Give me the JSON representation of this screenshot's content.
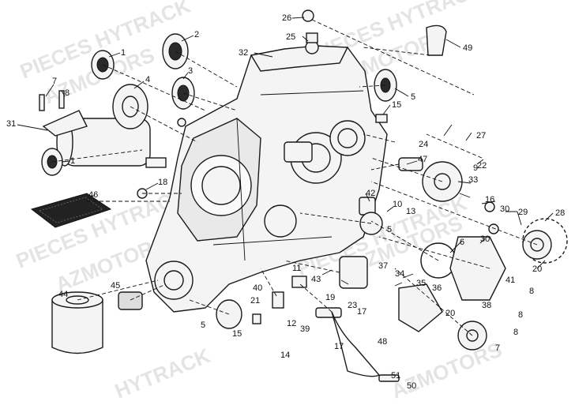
{
  "watermarks": [
    {
      "text": "PIECES HYTRACK"
    },
    {
      "text": "AZMOTORS"
    },
    {
      "text": "PIECES HYTRACK"
    },
    {
      "text": "AZMOTORS"
    },
    {
      "text": "PIECES HYTRACK"
    },
    {
      "text": "AZMOTORS"
    },
    {
      "text": "PIECES HYTRACK"
    },
    {
      "text": "AZMOTORS"
    },
    {
      "text": "HYTRACK"
    },
    {
      "text": "AZMOTORS"
    }
  ],
  "labels": [
    {
      "text": "1"
    },
    {
      "text": "2"
    },
    {
      "text": "3"
    },
    {
      "text": "4"
    },
    {
      "text": "7"
    },
    {
      "text": "8"
    },
    {
      "text": "31"
    },
    {
      "text": "1"
    },
    {
      "text": "46"
    },
    {
      "text": "18"
    },
    {
      "text": "32"
    },
    {
      "text": "26"
    },
    {
      "text": "25"
    },
    {
      "text": "49"
    },
    {
      "text": "5"
    },
    {
      "text": "15"
    },
    {
      "text": "24"
    },
    {
      "text": "27"
    },
    {
      "text": "9"
    },
    {
      "text": "47"
    },
    {
      "text": "22"
    },
    {
      "text": "33"
    },
    {
      "text": "42"
    },
    {
      "text": "10"
    },
    {
      "text": "16"
    },
    {
      "text": "28"
    },
    {
      "text": "29"
    },
    {
      "text": "30"
    },
    {
      "text": "30"
    },
    {
      "text": "13"
    },
    {
      "text": "5"
    },
    {
      "text": "6"
    },
    {
      "text": "11"
    },
    {
      "text": "37"
    },
    {
      "text": "43"
    },
    {
      "text": "40"
    },
    {
      "text": "21"
    },
    {
      "text": "34"
    },
    {
      "text": "35"
    },
    {
      "text": "36"
    },
    {
      "text": "41"
    },
    {
      "text": "20"
    },
    {
      "text": "8"
    },
    {
      "text": "8"
    },
    {
      "text": "38"
    },
    {
      "text": "20"
    },
    {
      "text": "19"
    },
    {
      "text": "23"
    },
    {
      "text": "17"
    },
    {
      "text": "12"
    },
    {
      "text": "44"
    },
    {
      "text": "45"
    },
    {
      "text": "5"
    },
    {
      "text": "15"
    },
    {
      "text": "39"
    },
    {
      "text": "17"
    },
    {
      "text": "48"
    },
    {
      "text": "14"
    },
    {
      "text": "8"
    },
    {
      "text": "7"
    },
    {
      "text": "51"
    },
    {
      "text": "50"
    }
  ]
}
